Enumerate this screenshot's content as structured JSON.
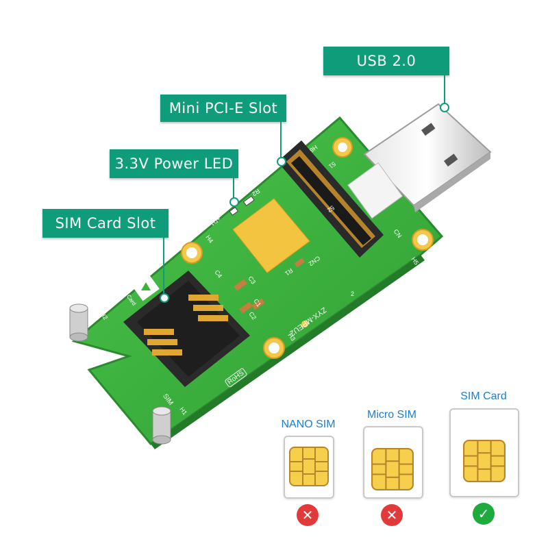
{
  "callouts": {
    "usb": "USB 2.0",
    "pcie": "Mini PCI-E Slot",
    "led": "3.3V Power LED",
    "sim": "SIM Card Slot"
  },
  "board_text": {
    "model": "ZYX-MPEU2",
    "rohs": "RoHS",
    "sim_card": "SIM Card",
    "sim": "SIM",
    "d1": "+D1",
    "r1": "R1",
    "r2": "R2",
    "cn2": "CN2",
    "cn": "CN",
    "c1": "C1",
    "c2": "C2",
    "c3": "C3",
    "c4": "C4",
    "h1": "H1",
    "h2": "H2",
    "h3": "H3",
    "h4": "H4",
    "h5": "H5",
    "h6": "H6",
    "pin2": "2",
    "pin52": "52",
    "pin51": "51"
  },
  "sim_types": [
    {
      "label": "NANO SIM",
      "compatible": false,
      "status_icon": "cross-icon"
    },
    {
      "label": "Micro SIM",
      "compatible": false,
      "status_icon": "cross-icon"
    },
    {
      "label": "SIM Card",
      "compatible": true,
      "status_icon": "check-icon"
    }
  ],
  "colors": {
    "callout": "#0e9c7a",
    "pcb": "#3bb33b",
    "gold": "#f2c440",
    "label_blue": "#1a7fd1",
    "cross": "#e23a3a",
    "check": "#1eaa3c"
  }
}
